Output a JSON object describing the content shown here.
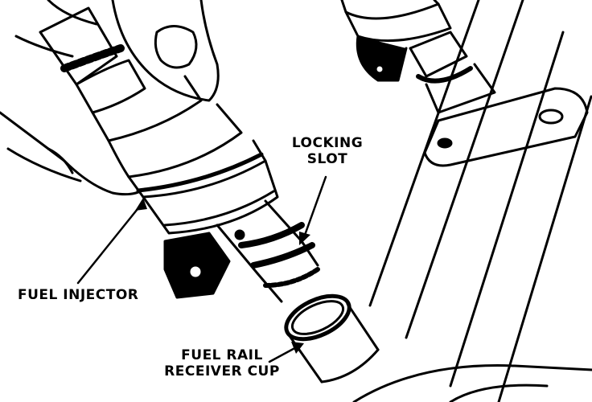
{
  "labels": {
    "locking_slot_line1": "LOCKING",
    "locking_slot_line2": "SLOT",
    "fuel_injector": "FUEL INJECTOR",
    "fuel_rail_line1": "FUEL RAIL",
    "fuel_rail_line2": "RECEIVER CUP"
  },
  "colors": {
    "ink": "#000000",
    "paper": "#ffffff"
  }
}
